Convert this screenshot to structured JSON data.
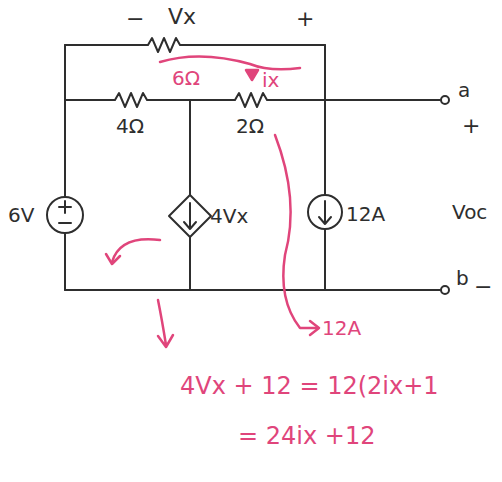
{
  "diagram": {
    "labels": [
      "−",
      "Vx",
      "+",
      "6Ω",
      "ix",
      "4Ω",
      "2Ω",
      "6V",
      "4Vx",
      "12A",
      "a",
      "+",
      "Voc",
      "b",
      "−",
      "12A",
      "4Vx + 12 = 12(2ix+1",
      "= 24ix +12"
    ]
  }
}
